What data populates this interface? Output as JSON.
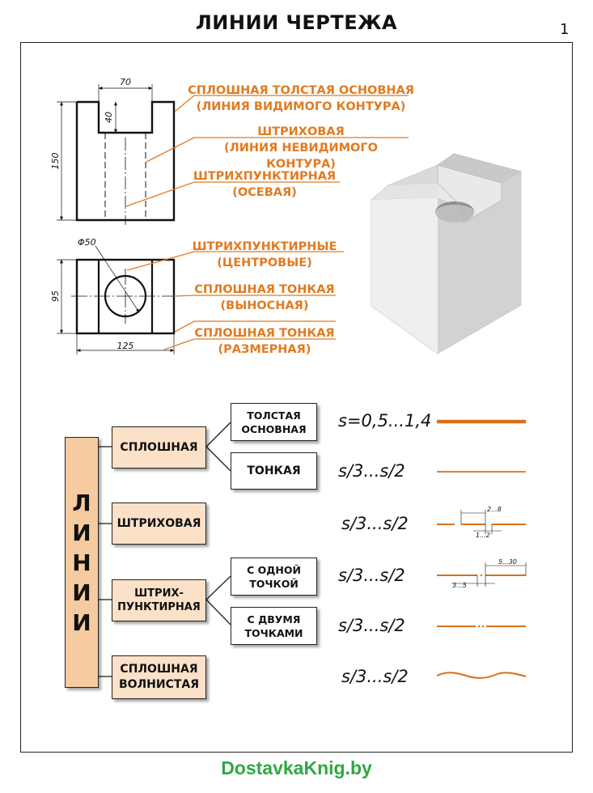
{
  "title": "ЛИНИИ ЧЕРТЕЖА",
  "page_number": "1",
  "dimensions": {
    "width_top": "70",
    "slot_depth": "40",
    "height": "150",
    "diameter": "Φ50",
    "height_plan": "95",
    "width_plan": "125"
  },
  "legend": [
    {
      "line1": "СПЛОШНАЯ ТОЛСТАЯ ОСНОВНАЯ",
      "line2": "(ЛИНИЯ ВИДИМОГО КОНТУРА)"
    },
    {
      "line1": "ШТРИХОВАЯ",
      "line2": "(ЛИНИЯ НЕВИДИМОГО КОНТУРА)"
    },
    {
      "line1": "ШТРИХПУНКТИРНАЯ",
      "line2": "(ОСЕВАЯ)"
    },
    {
      "line1": "ШТРИХПУНКТИРНЫЕ",
      "line2": "(ЦЕНТРОВЫЕ)"
    },
    {
      "line1": "СПЛОШНАЯ ТОНКАЯ",
      "line2": "(ВЫНОСНАЯ)"
    },
    {
      "line1": "СПЛОШНАЯ ТОНКАЯ",
      "line2": "(РАЗМЕРНАЯ)"
    }
  ],
  "tree": {
    "root": [
      "Л",
      "И",
      "Н",
      "И",
      "И"
    ],
    "solid": "СПЛОШНАЯ",
    "thick_main_line1": "ТОЛСТАЯ",
    "thick_main_line2": "ОСНОВНАЯ",
    "thin": "ТОНКАЯ",
    "dashed": "ШТРИХОВАЯ",
    "dashdot_line1": "ШТРИХ-",
    "dashdot_line2": "ПУНКТИРНАЯ",
    "one_dot_line1": "С ОДНОЙ",
    "one_dot_line2": "ТОЧКОЙ",
    "two_dots_line1": "С ДВУМЯ",
    "two_dots_line2": "ТОЧКАМИ",
    "wavy_line1": "СПЛОШНАЯ",
    "wavy_line2": "ВОЛНИСТАЯ"
  },
  "formulas": [
    "s=0,5...1,4",
    "s/3...s/2",
    "s/3...s/2",
    "s/3...s/2",
    "s/3...s/2",
    "s/3...s/2"
  ],
  "samples": {
    "dash_len": "2...8",
    "dash_gap": "1...2",
    "dashdot_len": "5...30",
    "dashdot_gap": "3...5"
  },
  "colors": {
    "accent": "#e07b22",
    "box_fill": "#fbe1c8",
    "root_fill": "#f6cba0",
    "footer": "#2fa744"
  },
  "footer": "DostavkaKnig.by"
}
